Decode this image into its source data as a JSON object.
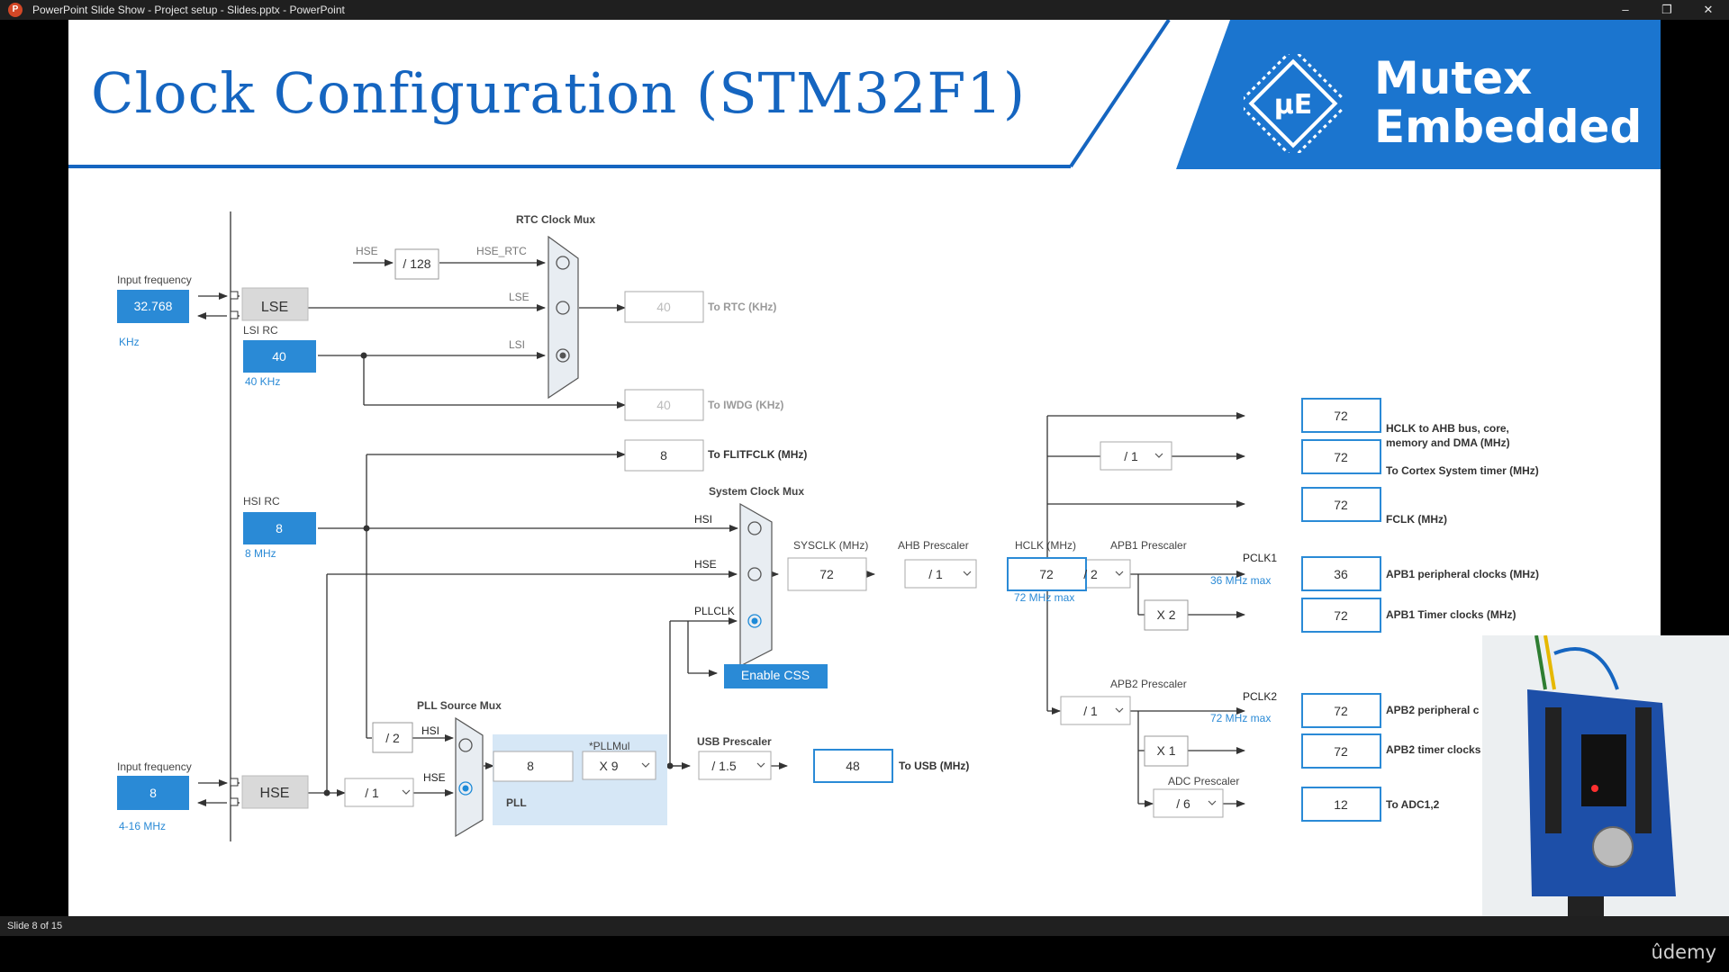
{
  "window": {
    "title": "PowerPoint Slide Show  -  Project setup - Slides.pptx - PowerPoint",
    "app_icon": "P",
    "minimize": "–",
    "restore": "❐",
    "close": "✕"
  },
  "slide": {
    "title": "Clock Configuration (STM32F1)",
    "logo_line1": "Mutex",
    "logo_line2": "Embedded",
    "logo_chip_text": "μE"
  },
  "status": {
    "slide_counter": "Slide 8 of 15"
  },
  "watermark": "ûdemy",
  "diagram": {
    "rtc_mux": "RTC Clock Mux",
    "input_freq": "Input frequency",
    "lse_value": "32.768",
    "lse_unit": "KHz",
    "lse": "LSE",
    "lsi_rc": "LSI RC",
    "lsi_value": "40",
    "lsi_unit": "40 KHz",
    "hse_in": "HSE",
    "div128": "/ 128",
    "hse_rtc": "HSE_RTC",
    "lse_in": "LSE",
    "lsi_in": "LSI",
    "rtc_out": "40",
    "rtc_label": "To RTC (KHz)",
    "iwdg_out": "40",
    "iwdg_label": "To IWDG (KHz)",
    "flit_out": "8",
    "flit_label": "To FLITFCLK (MHz)",
    "sys_mux": "System Clock Mux",
    "hsi_rc": "HSI RC",
    "hsi_value": "8",
    "hsi_unit": "8 MHz",
    "hsi": "HSI",
    "hse": "HSE",
    "pllclk": "PLLCLK",
    "sysclk_label": "SYSCLK (MHz)",
    "sysclk": "72",
    "ahb_label": "AHB Prescaler",
    "ahb": "/ 1",
    "hclk_label": "HCLK (MHz)",
    "hclk": "72",
    "hclk_max": "72 MHz max",
    "enable_css": "Enable CSS",
    "apb1_label": "APB1 Prescaler",
    "apb1": "/ 2",
    "pclk1": "PCLK1",
    "pclk1_max": "36 MHz max",
    "x2": "X 2",
    "apb2_label": "APB2 Prescaler",
    "apb2": "/ 1",
    "pclk2": "PCLK2",
    "pclk2_max": "72 MHz max",
    "x1": "X 1",
    "adc_label": "ADC Prescaler",
    "adc": "/ 6",
    "cortex_div": "/ 1",
    "out_hclk": "72",
    "out_hclk_label1": "HCLK to AHB bus, core,",
    "out_hclk_label2": "memory and DMA (MHz)",
    "out_cortex": "72",
    "out_cortex_label": "To Cortex System timer (MHz)",
    "out_fclk": "72",
    "out_fclk_label": "FCLK (MHz)",
    "out_apb1": "36",
    "out_apb1_label": "APB1 peripheral clocks (MHz)",
    "out_apb1t": "72",
    "out_apb1t_label": "APB1 Timer clocks (MHz)",
    "out_apb2": "72",
    "out_apb2_label": "APB2 peripheral c",
    "out_apb2t": "72",
    "out_apb2t_label": "APB2 timer clocks",
    "out_adc": "12",
    "out_adc_label": "To ADC1,2",
    "pll_src_mux": "PLL Source Mux",
    "pll_div2": "/ 2",
    "pll_hsi": "HSI",
    "pll_hse": "HSE",
    "input_freq2": "Input frequency",
    "hse_value": "8",
    "hse_range": "4-16 MHz",
    "hse_block": "HSE",
    "prediv": "/ 1",
    "pll_input": "8",
    "pllmul_label": "*PLLMul",
    "pllmul": "X 9",
    "pll": "PLL",
    "usb_label": "USB Prescaler",
    "usb_div": "/ 1.5",
    "usb_out": "48",
    "usb_out_label": "To USB (MHz)"
  }
}
